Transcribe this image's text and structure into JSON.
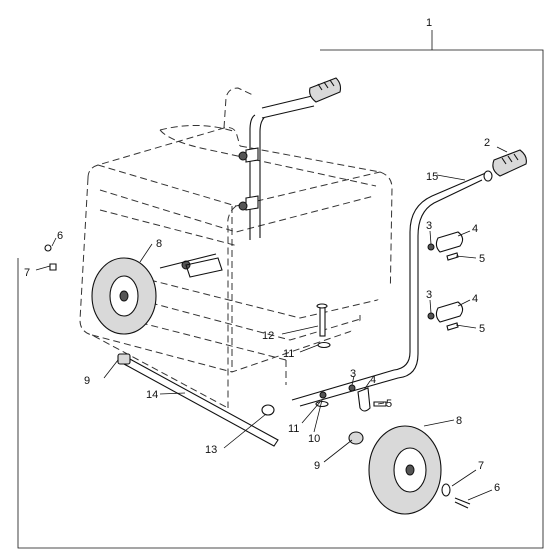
{
  "labels": {
    "l1": "1",
    "l2": "2",
    "l3a": "3",
    "l3b": "3",
    "l3c": "3",
    "l4a": "4",
    "l4b": "4",
    "l4c": "4",
    "l5a": "5",
    "l5b": "5",
    "l5c": "5",
    "l6a": "6",
    "l6b": "6",
    "l7a": "7",
    "l7b": "7",
    "l8a": "8",
    "l8b": "8",
    "l9a": "9",
    "l9b": "9",
    "l10": "10",
    "l11a": "11",
    "l11b": "11",
    "l12": "12",
    "l13": "13",
    "l14": "14",
    "l15": "15"
  }
}
